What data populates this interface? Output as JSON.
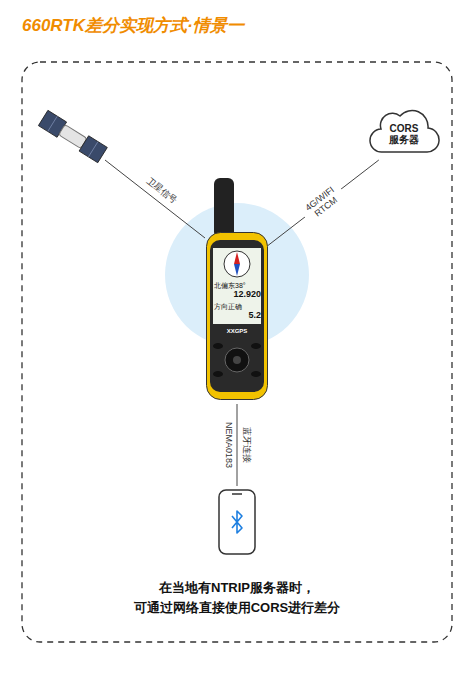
{
  "diagram": {
    "title": "660RTK差分实现方式·情景一",
    "caption": "在当地有NTRIP服务器时， 可通过网络直接使用CORS进行差分",
    "nodes": [
      {
        "text": [
          "CORS 服务器"
        ]
      },
      {
        "text": [
          "北偏东38°",
          "12.920",
          "方向正确",
          "5.2",
          "XXGPS"
        ]
      }
    ],
    "edges": [
      {
        "from": 0,
        "to": 1,
        "arrow": "none",
        "label": "4G/WIFI RTCM"
      }
    ],
    "labels": [
      "卫星信号",
      "蓝牙连接",
      "NEMA0183"
    ]
  }
}
